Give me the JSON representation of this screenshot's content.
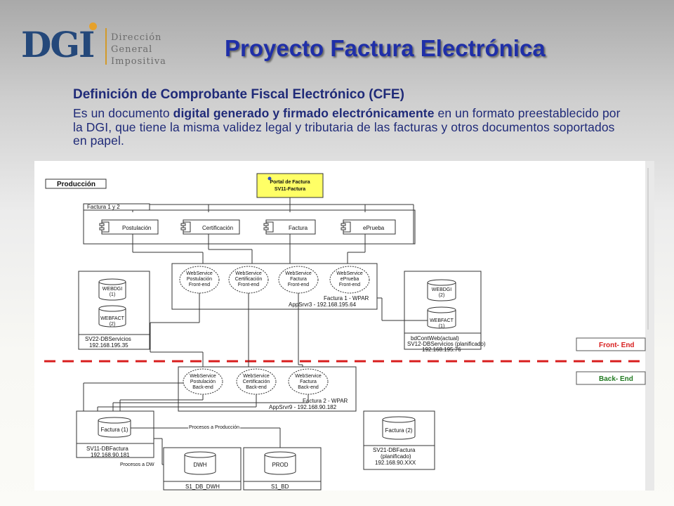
{
  "logo": {
    "mark": "DGI",
    "line1": "Dirección",
    "line2": "General",
    "line3": "Impositiva"
  },
  "title": "Proyecto Factura Electrónica",
  "definition": {
    "heading": "Definición de Comprobante Fiscal Electrónico (CFE)",
    "body_pre": "Es un documento ",
    "body_bold": "digital generado y firmado electrónicamente",
    "body_post": " en un formato preestablecido por la DGI, que tiene la misma validez legal y tributaria de las facturas y otros documentos soportados en papel."
  },
  "diagram": {
    "produccion": "Producción",
    "portal_l1": "Portal de Factura",
    "portal_l2": "SV11-Factura",
    "factura_group": "Factura 1 y 2",
    "components": [
      "Postulación",
      "Certificación",
      "Factura",
      "ePrueba"
    ],
    "front_ws": [
      [
        "WebService",
        "Postulación",
        "Front-end"
      ],
      [
        "WebService",
        "Certificación",
        "Front-end"
      ],
      [
        "WebService",
        "Factura",
        "Front-end"
      ],
      [
        "WebService",
        "ePrueba",
        "Front-end"
      ]
    ],
    "wpar1_l1": "Factura 1 - WPAR",
    "wpar1_l2": "AppSrvr3 - 192.168.195.64",
    "sv22_db1": [
      "WEBDGI",
      "(1)"
    ],
    "sv22_db2": [
      "WEBFACT",
      "(2)"
    ],
    "sv22_l1": "SV22-DBServicios",
    "sv22_l2": "192.168.195.35",
    "sv12_db1": [
      "WEBDGI",
      "(2)"
    ],
    "sv12_db2": [
      "WEBFACT",
      "(1)"
    ],
    "sv12_l1": "bdContWeb(actual)",
    "sv12_l2": "SV12-DBServicios (planificado)",
    "sv12_l3": "192.168.195.76",
    "front_end": "Front- End",
    "back_end": "Back- End",
    "back_ws": [
      [
        "WebService",
        "Postulación",
        "Back-end"
      ],
      [
        "WebService",
        "Certificación",
        "Back-end"
      ],
      [
        "WebService",
        "Factura",
        "Back-end"
      ]
    ],
    "wpar2_l1": "Factura 2 - WPAR",
    "wpar2_l2": "AppSrvr9 - 192.168.90.182",
    "sv11_db": "Factura (1)",
    "sv11_l1": "SV11-DBFactura",
    "sv11_l2": "192.168.90.181",
    "procesos_prod": "Procesos a Producción",
    "procesos_dw": "Procesos a DW",
    "dwh_db": "DWH",
    "dwh_label": "S1_DB_DWH",
    "prod_db": "PROD",
    "prod_label": "S1_BD",
    "sv21_db": "Factura (2)",
    "sv21_l1": "SV21-DBFactura",
    "sv21_l2": "(planificado)",
    "sv21_l3": "192.168.90.XXX"
  }
}
